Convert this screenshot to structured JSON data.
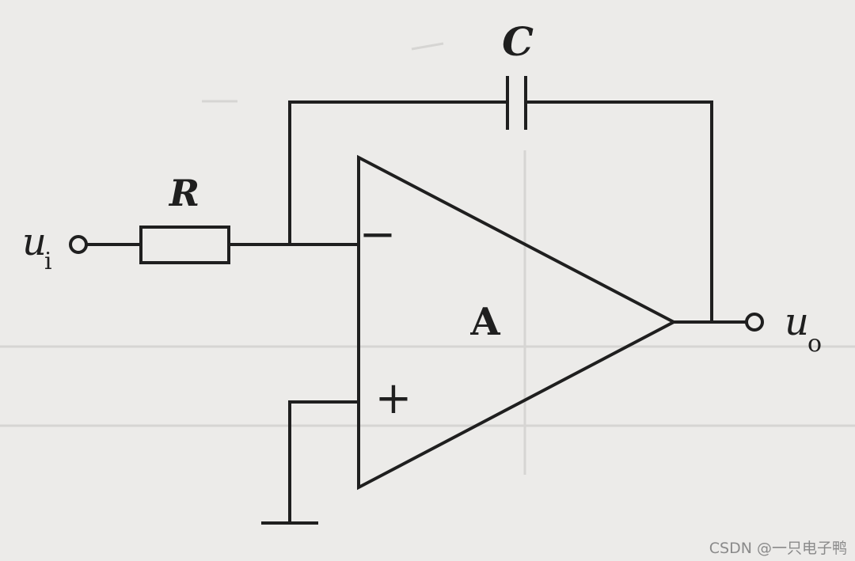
{
  "labels": {
    "capacitor": "C",
    "resistor": "R",
    "opamp": "A",
    "input_main": "u",
    "input_sub": "i",
    "output_main": "u",
    "output_sub": "o",
    "inverting": "−",
    "non_inverting": "+"
  },
  "watermark": "CSDN @一只电子鸭",
  "colors": {
    "background": "#ecebe9",
    "ink": "#1f1f1f"
  }
}
